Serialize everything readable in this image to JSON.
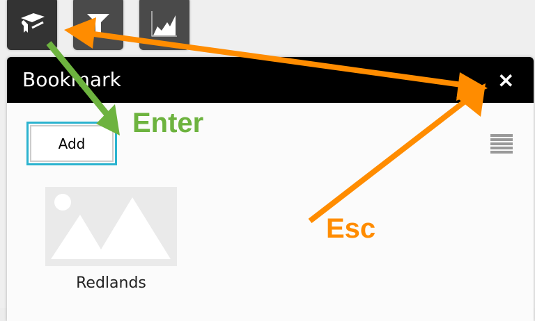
{
  "toolbar": {
    "items": [
      {
        "name": "bookmark",
        "icon": "graduation-cap-icon"
      },
      {
        "name": "filter",
        "icon": "filter-icon"
      },
      {
        "name": "chart",
        "icon": "area-chart-icon"
      }
    ]
  },
  "panel": {
    "title": "Bookmark",
    "close_icon": "close-icon",
    "add_label": "Add",
    "menu_icon": "hamburger-menu-icon",
    "bookmarks": [
      {
        "label": "Redlands"
      }
    ]
  },
  "annotations": {
    "enter": "Enter",
    "esc": "Esc",
    "enter_color": "#6db33f",
    "esc_color": "#ff8c00",
    "focus_color": "#2bb3cf"
  }
}
